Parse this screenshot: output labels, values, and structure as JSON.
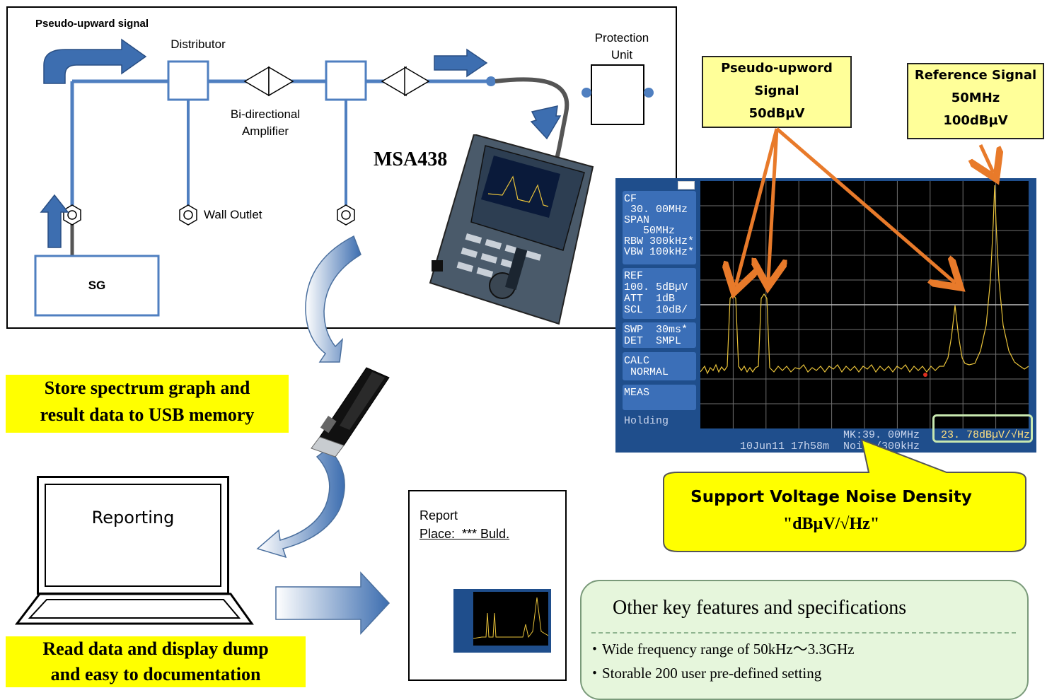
{
  "diagram": {
    "pseudo_upward_title": "Pseudo-upward signal",
    "distributor": "Distributor",
    "bidirectional_amp_line1": "Bi-directional",
    "bidirectional_amp_line2": "Amplifier",
    "protection_unit_line1": "Protection",
    "protection_unit_line2": "Unit",
    "wall_outlet": "Wall Outlet",
    "sg": "SG",
    "device_model": "MSA438"
  },
  "callouts": {
    "pseudo_upword": [
      "Pseudo-upword",
      "Signal",
      "50dBµV"
    ],
    "reference": [
      "Reference Signal",
      "50MHz",
      "100dBµV"
    ],
    "noise_density_line1": "Support Voltage Noise Density",
    "noise_density_line2": "\"dBµV/√Hz\""
  },
  "notes": {
    "store_line1": "Store spectrum graph and",
    "store_line2": "result data to USB memory",
    "read_line1": "Read data and display dump",
    "read_line2": "and easy to documentation"
  },
  "laptop": {
    "label": "Reporting"
  },
  "report": {
    "title": "Report",
    "place": "Place:  *** Buld."
  },
  "spectrum": {
    "cf_label": "CF",
    "cf_value": " 30. 00MHz",
    "span_label": "SPAN",
    "span_value": "   50MHz",
    "rbw": "RBW 300kHz*",
    "vbw": "VBW 100kHz*",
    "ref_label": "REF",
    "ref_value": "100. 5dBµV",
    "att": "ATT  1dB",
    "scl": "SCL  10dB/",
    "swp": "SWP  30ms*",
    "det": "DET  SMPL",
    "calc_label": "CALC",
    "calc_value": " NORMAL",
    "meas": "MEAS",
    "holding": "Holding",
    "marker": "MK:39. 00MHz",
    "noise": "Noise/300kHz",
    "timestamp": "10Jun11 17h58m",
    "readout": "23. 78dBµV/√Hz",
    "colors": {
      "panel": "#1f4e8c",
      "screen": "#000000",
      "trace": "#e8c23a",
      "grid": "#707070"
    }
  },
  "features": {
    "title": "Other key features and specifications",
    "items": [
      "・Wide frequency range of 50kHz～3.3GHz",
      "・Storable 200 user pre-defined setting"
    ]
  }
}
